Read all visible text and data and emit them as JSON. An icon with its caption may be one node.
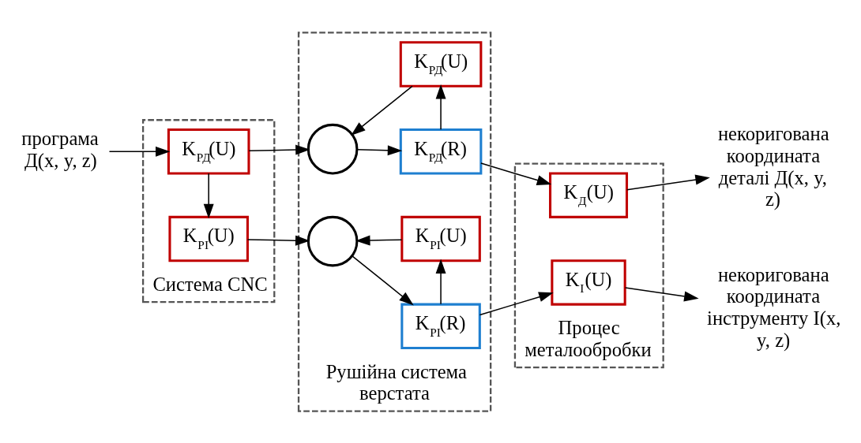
{
  "diagram": {
    "nodes": [
      {
        "text": [
          "Система CNC"
        ]
      },
      {
        "text": [
          "Рушійна система верстата"
        ]
      },
      {
        "text": [
          "Процес металообробки"
        ]
      },
      {
        "text": [
          "програма",
          "Д(x, y, z)"
        ]
      },
      {
        "text": [
          "K$_{РД}$(U)"
        ],
        "in": 0
      },
      {
        "text": [
          "K$_{РІ}$(U)"
        ],
        "in": 0
      },
      {
        "text": [],
        "shape": "circle",
        "in": 1
      },
      {
        "text": [
          "K$_{РД}$(U)"
        ],
        "in": 1
      },
      {
        "text": [
          "K$_{РД}$(R)"
        ],
        "in": 1
      },
      {
        "text": [],
        "shape": "circle",
        "in": 1
      },
      {
        "text": [
          "K$_{РІ}$(U)"
        ],
        "in": 1
      },
      {
        "text": [
          "K$_{РІ}$(R)"
        ],
        "in": 1
      },
      {
        "text": [
          "K$_{Д}$(U)"
        ],
        "in": 2
      },
      {
        "text": [
          "K$_{І}$(U)"
        ],
        "in": 2
      },
      {
        "text": [
          "некоригована координата деталі Д(x, y, z)"
        ]
      },
      {
        "text": [
          "некоригована координата інструменту І(x, y, z)"
        ]
      }
    ],
    "edges": [
      {
        "from": 3,
        "to": 4,
        "arrow": "to"
      },
      {
        "from": 4,
        "to": 6,
        "arrow": "to"
      },
      {
        "from": 4,
        "to": 5,
        "arrow": "to"
      },
      {
        "from": 6,
        "to": 8,
        "arrow": "to"
      },
      {
        "from": 8,
        "to": 7,
        "arrow": "to"
      },
      {
        "from": 7,
        "to": 6,
        "arrow": "to"
      },
      {
        "from": 8,
        "to": 12,
        "arrow": "to"
      },
      {
        "from": 12,
        "to": 14,
        "arrow": "to"
      },
      {
        "from": 5,
        "to": 9,
        "arrow": "to"
      },
      {
        "from": 9,
        "to": 11,
        "arrow": "to"
      },
      {
        "from": 11,
        "to": 10,
        "arrow": "to"
      },
      {
        "from": 10,
        "to": 9,
        "arrow": "to"
      },
      {
        "from": 11,
        "to": 13,
        "arrow": "to"
      },
      {
        "from": 13,
        "to": 15,
        "arrow": "to"
      }
    ]
  }
}
